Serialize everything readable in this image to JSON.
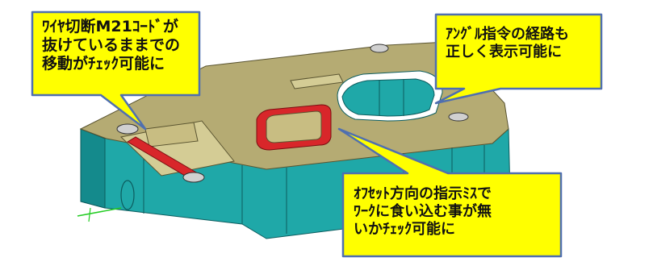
{
  "colors": {
    "background": "#ffffff",
    "model_side": "#1fa8a8",
    "model_side_dark": "#148a8c",
    "model_top": "#b5ab73",
    "model_top_light": "#d4cc95",
    "pocket_red": "#d8262a",
    "callout_fill": "#ffff00",
    "callout_border": "#4f6fb0",
    "axis_green": "#22cc22"
  },
  "callouts": {
    "top_left": {
      "lines": [
        "ﾜｲﾔ切断M21ｺｰﾄﾞが",
        "抜けているままでの",
        "移動がﾁｪｯｸ可能に"
      ]
    },
    "top_right": {
      "lines": [
        "ｱﾝｸﾞﾙ指令の経路も",
        "正しく表示可能に"
      ]
    },
    "bottom_right": {
      "lines": [
        "ｵﾌｾｯﾄ方向の指示ﾐｽで",
        "ﾜｰｸに食い込む事が無",
        "いかﾁｪｯｸ可能に"
      ]
    }
  }
}
